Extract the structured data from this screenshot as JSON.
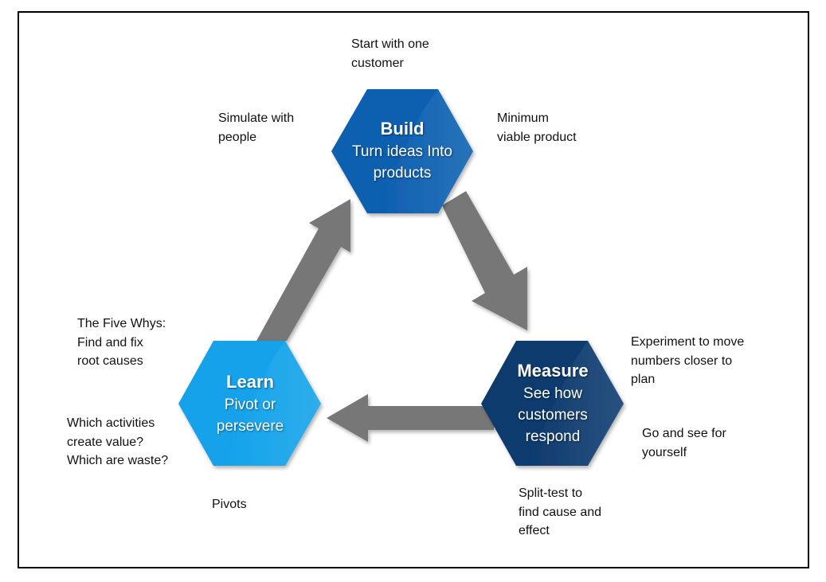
{
  "diagram": {
    "title": "Build-Measure-Learn feedback loop",
    "colors": {
      "build": "#0b5fb0",
      "measure": "#0d3a6e",
      "learn": "#12a2ea",
      "arrow": "#777777",
      "frame": "#000000"
    },
    "nodes": [
      {
        "id": "build",
        "title": "Build",
        "subtitle": "Turn ideas Into products"
      },
      {
        "id": "measure",
        "title": "Measure",
        "subtitle": "See how customers respond"
      },
      {
        "id": "learn",
        "title": "Learn",
        "subtitle": "Pivot or persevere"
      }
    ],
    "edges": [
      {
        "from": "build",
        "to": "measure"
      },
      {
        "from": "measure",
        "to": "learn"
      },
      {
        "from": "learn",
        "to": "build"
      }
    ],
    "notes": {
      "start_with_one_customer": "Start with one\ncustomer",
      "simulate_with_people": "Simulate with\npeople",
      "minimum_viable_product": "Minimum\nviable product",
      "experiment": "Experiment to move\nnumbers closer to\nplan",
      "go_and_see": "Go and see for\nyourself",
      "split_test": "Split-test to\nfind cause and\neffect",
      "five_whys": "The Five Whys:\nFind and fix\nroot causes",
      "which_activities": "Which activities\ncreate value?\nWhich are waste?",
      "pivots": "Pivots"
    }
  }
}
